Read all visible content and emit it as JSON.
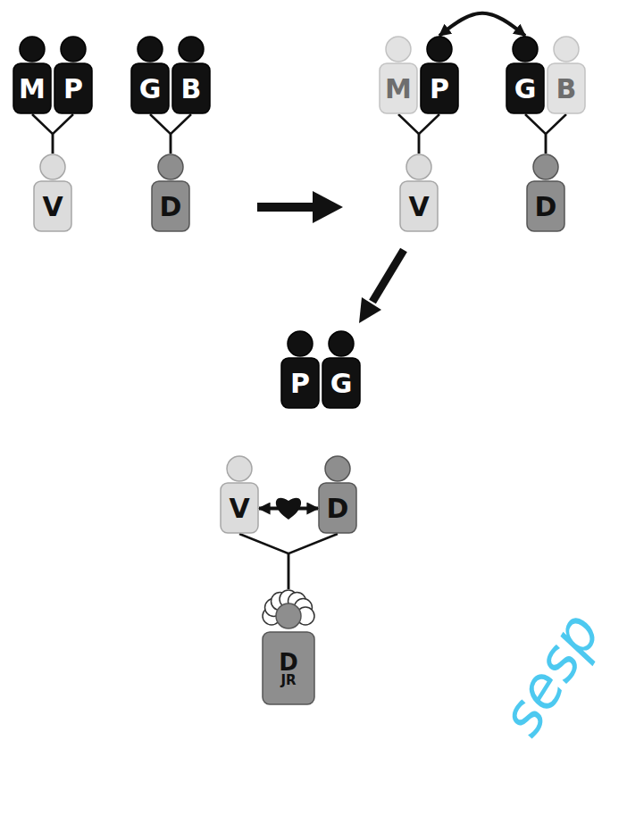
{
  "diagram": {
    "nodes": [
      {
        "text": [
          "M"
        ]
      },
      {
        "text": [
          "P"
        ]
      },
      {
        "text": [
          "G"
        ]
      },
      {
        "text": [
          "B"
        ]
      },
      {
        "text": [
          "V"
        ]
      },
      {
        "text": [
          "D"
        ]
      },
      {
        "text": [
          "M"
        ]
      },
      {
        "text": [
          "P"
        ]
      },
      {
        "text": [
          "G"
        ]
      },
      {
        "text": [
          "B"
        ]
      },
      {
        "text": [
          "V"
        ]
      },
      {
        "text": [
          "D"
        ]
      },
      {
        "text": [
          "P"
        ]
      },
      {
        "text": [
          "G"
        ]
      },
      {
        "text": [
          "V"
        ]
      },
      {
        "text": [
          "D"
        ]
      },
      {
        "text": [
          "D",
          "JR"
        ]
      }
    ],
    "edges": [
      {
        "from": 0,
        "to": 4,
        "arrow": "none"
      },
      {
        "from": 1,
        "to": 4,
        "arrow": "none"
      },
      {
        "from": 2,
        "to": 5,
        "arrow": "none"
      },
      {
        "from": 3,
        "to": 5,
        "arrow": "none"
      },
      {
        "from": 6,
        "to": 10,
        "arrow": "none"
      },
      {
        "from": 7,
        "to": 10,
        "arrow": "none"
      },
      {
        "from": 8,
        "to": 11,
        "arrow": "none"
      },
      {
        "from": 9,
        "to": 11,
        "arrow": "none"
      },
      {
        "from": 7,
        "to": 8,
        "arrow": "both"
      },
      {
        "from": 14,
        "to": 15,
        "arrow": "both"
      },
      {
        "from": 14,
        "to": 16,
        "arrow": "none"
      },
      {
        "from": 15,
        "to": 16,
        "arrow": "none"
      }
    ],
    "labels": [
      "sesp"
    ]
  }
}
